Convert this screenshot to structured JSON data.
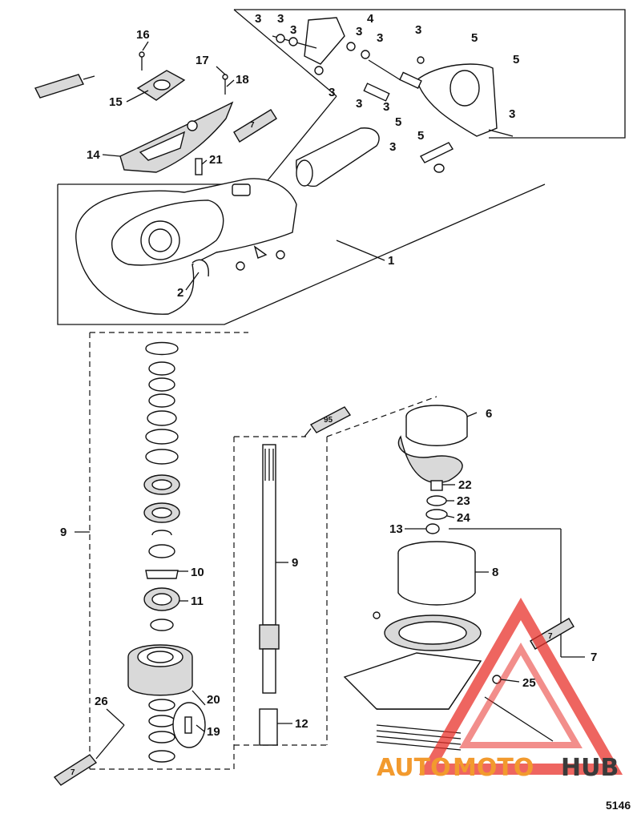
{
  "callouts": {
    "c1": "1",
    "c2": "2",
    "c3": "3",
    "c4": "4",
    "c5": "5",
    "c6": "6",
    "c7": "7",
    "c8": "8",
    "c9": "9",
    "c10": "10",
    "c11": "11",
    "c12": "12",
    "c13": "13",
    "c14": "14",
    "c15": "15",
    "c16": "16",
    "c17": "17",
    "c18": "18",
    "c19": "19",
    "c20": "20",
    "c21": "21",
    "c22": "22",
    "c23": "23",
    "c24": "24",
    "c25": "25",
    "c26": "26"
  },
  "sealant_tubes": {
    "t7": "7",
    "t95": "95"
  },
  "figure_number": "5146",
  "watermark": {
    "part1": "AUTO",
    "part2": "MOTO",
    "part3": "HUB",
    "color_red": "#e8322b",
    "color_orange": "#f29a2e",
    "color_dark": "#3a3a3a"
  }
}
